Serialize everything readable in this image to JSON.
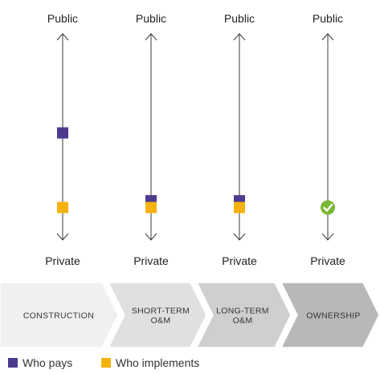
{
  "columns": [
    {
      "top_label": "Public",
      "bottom_label": "Private",
      "pays_level": 0.6,
      "implements_level": 0.05,
      "marker": "squares"
    },
    {
      "top_label": "Public",
      "bottom_label": "Private",
      "pays_level": 0.1,
      "implements_level": 0.05,
      "marker": "squares"
    },
    {
      "top_label": "Public",
      "bottom_label": "Private",
      "pays_level": 0.1,
      "implements_level": 0.05,
      "marker": "squares"
    },
    {
      "top_label": "Public",
      "bottom_label": "Private",
      "pays_level": null,
      "implements_level": null,
      "marker": "check",
      "check_level": 0.05,
      "marker_icon": "check-circle-icon"
    }
  ],
  "stages": [
    {
      "lines": [
        "CONSTRUCTION"
      ]
    },
    {
      "lines": [
        "SHORT-TERM",
        "O&M"
      ]
    },
    {
      "lines": [
        "LONG-TERM",
        "O&M"
      ]
    },
    {
      "lines": [
        "OWNERSHIP"
      ]
    }
  ],
  "legend": [
    {
      "label": "Who pays",
      "color": "#4e3a8f"
    },
    {
      "label": "Who implements",
      "color": "#f5b20e"
    }
  ],
  "colors": {
    "pays": "#4e3a8f",
    "implements": "#f5b20e",
    "check": "#7ab735",
    "axis": "#3a3a3a",
    "stage_fills": [
      "#f0f0f0",
      "#e0e0e0",
      "#cfcfcf",
      "#b8b8b8"
    ]
  }
}
